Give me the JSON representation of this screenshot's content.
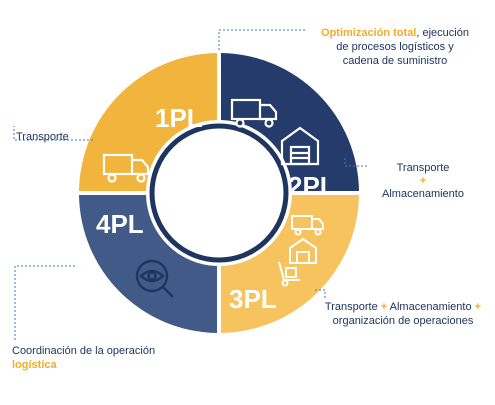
{
  "segments": {
    "one": {
      "label": "1PL",
      "color": "#f1b43c",
      "icon": "truck-icon"
    },
    "two": {
      "label": "2PL",
      "color": "#243b6b",
      "icon": "warehouse-icon"
    },
    "three": {
      "label": "3PL",
      "color": "#f6c35f",
      "icon": "warehouse-truck-icon"
    },
    "four": {
      "label": "4PL",
      "color": "#415a88",
      "icon": "eye-search-icon"
    }
  },
  "annotations": {
    "top": {
      "accent": "Optimización total",
      "rest_line1": ", ejecución",
      "line2": "de procesos logísticos y",
      "line3": "cadena de suministro"
    },
    "one": {
      "text": "Transporte"
    },
    "two": {
      "line1": "Transporte",
      "plus": "+",
      "line2": "Almacenamiento"
    },
    "three": {
      "part1": "Transporte",
      "plus1": "+",
      "part2": "Almacenamiento",
      "plus2": "+",
      "line2": "organización de operaciones"
    },
    "four": {
      "line1": "Coordinación de la operación",
      "accent": "logística"
    }
  },
  "colors": {
    "leader_line": "#3a78c2",
    "center_ring": "#1f3560",
    "text": "#1f3560",
    "accent": "#f0ad2e"
  }
}
